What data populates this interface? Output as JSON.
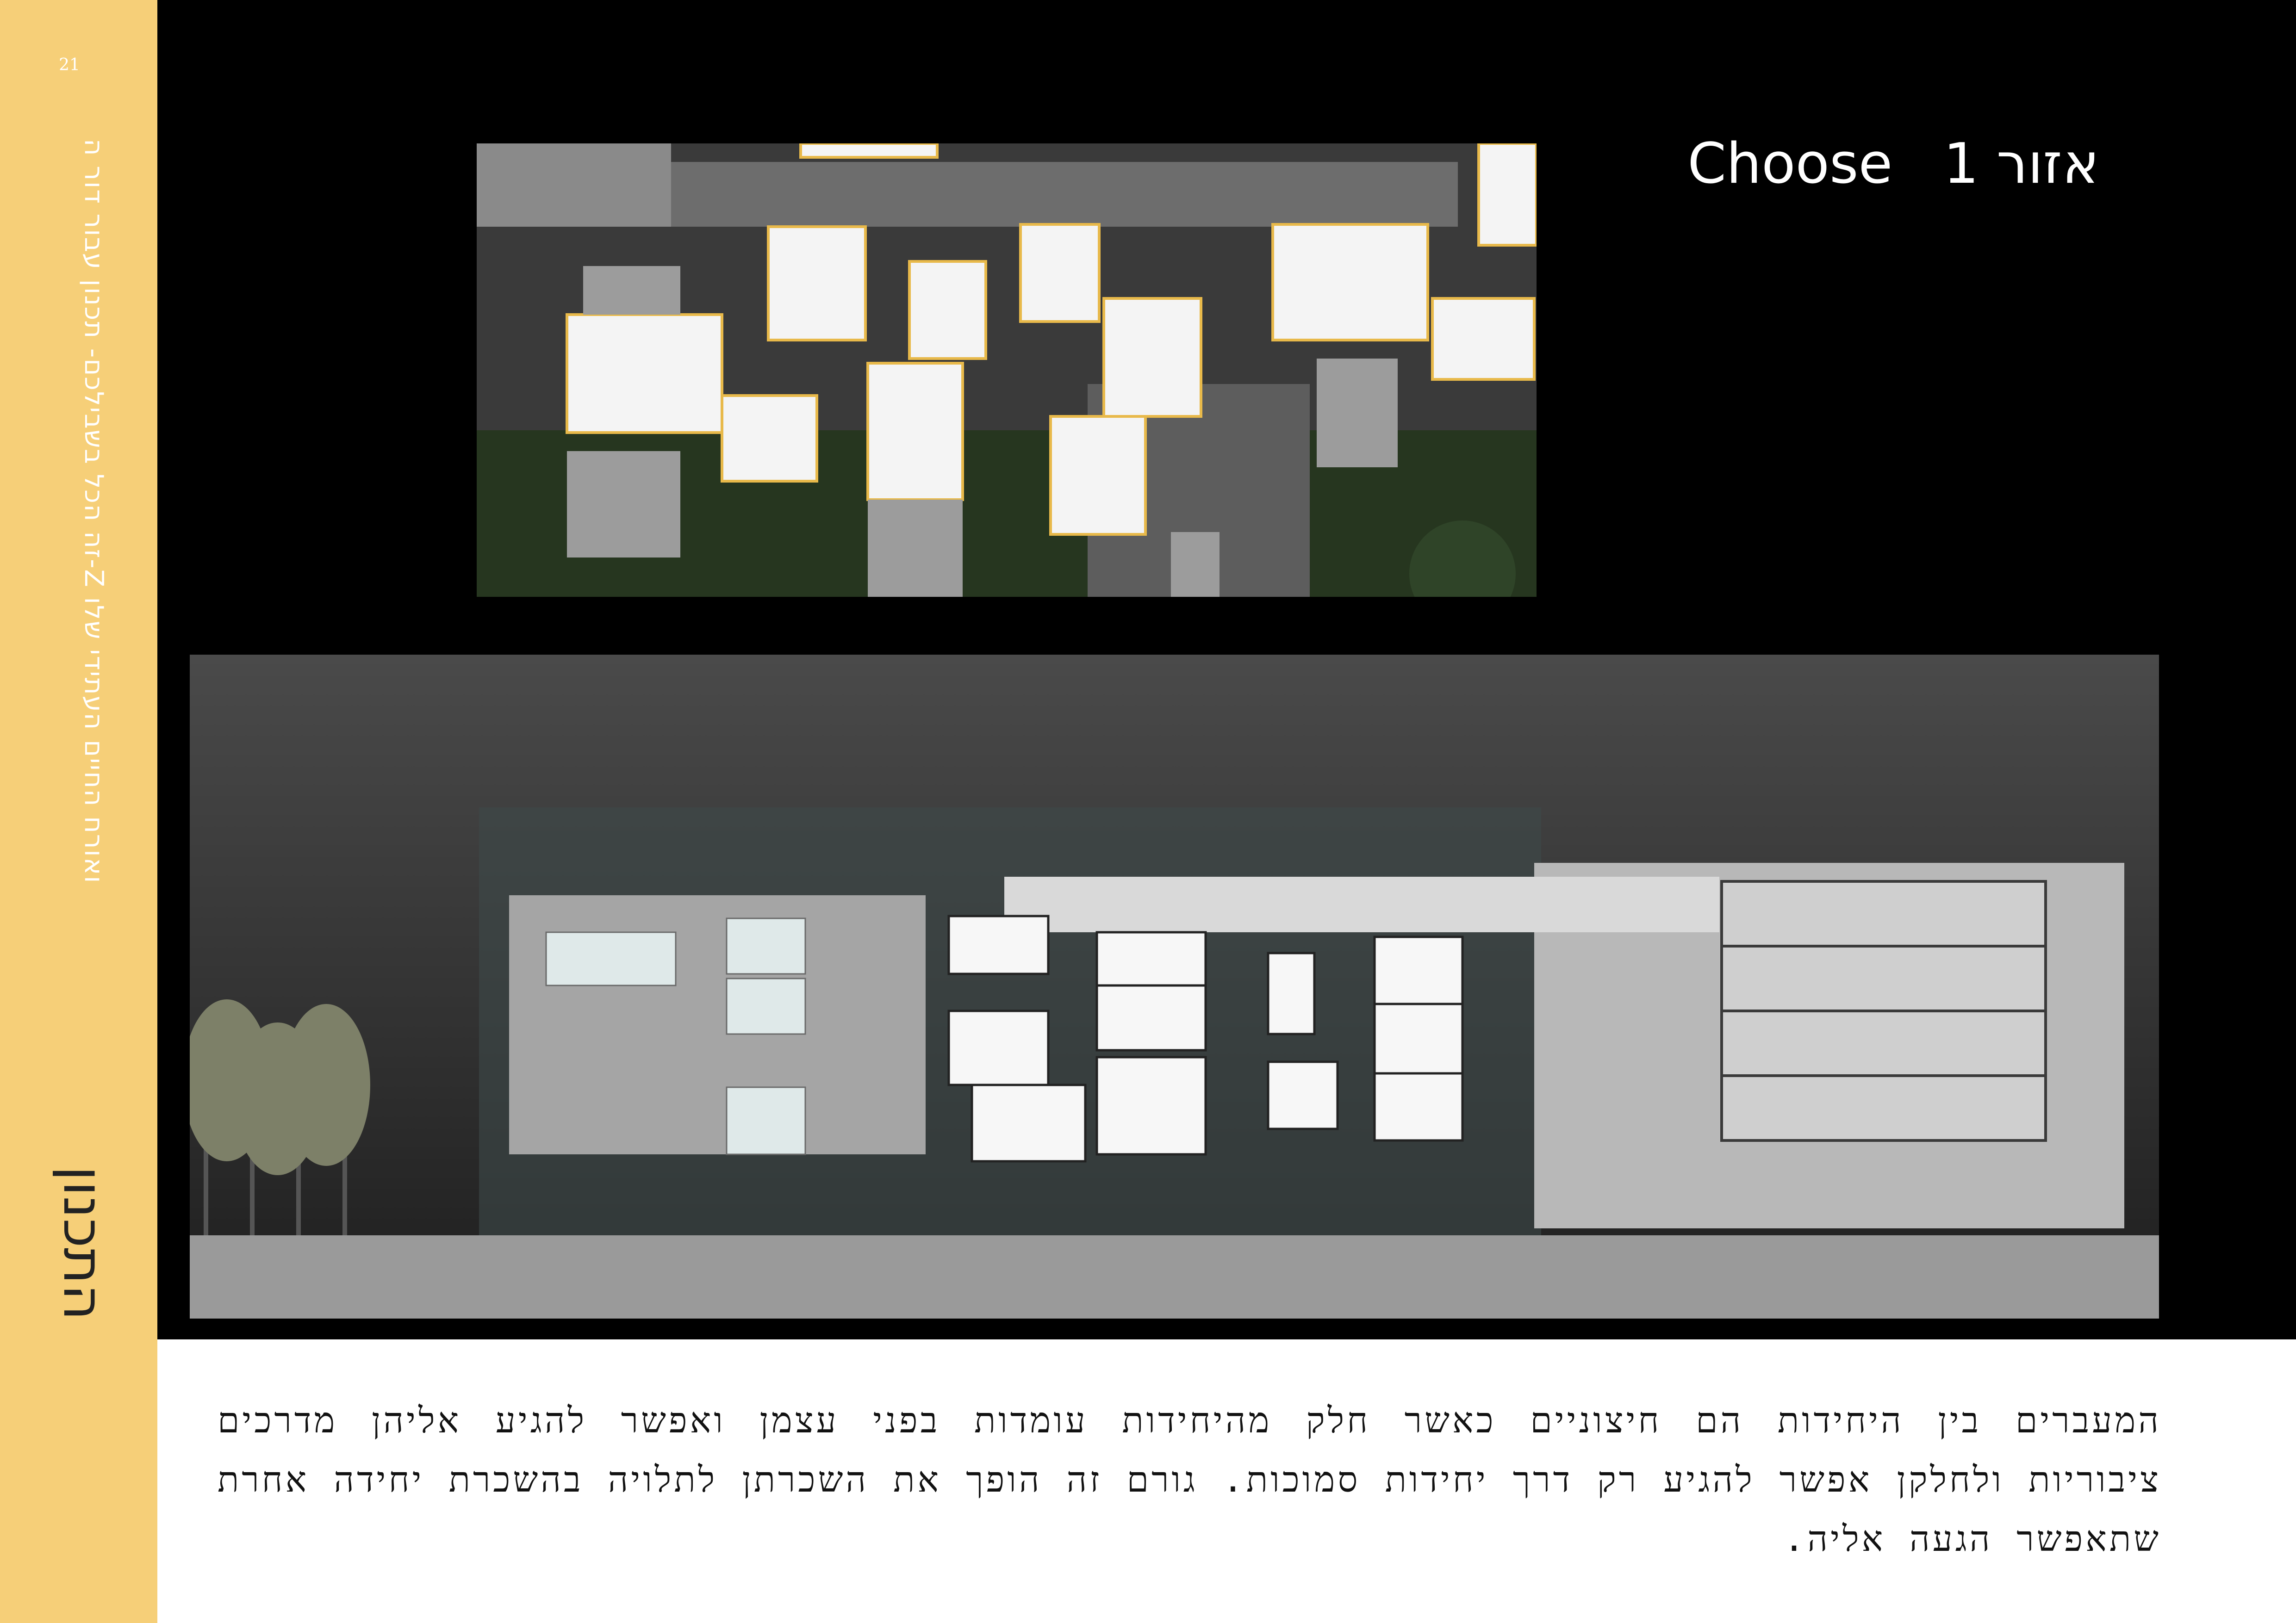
{
  "page": {
    "number": "21"
  },
  "sidebar": {
    "subtitle": "זה הכל בשבילכם- תכנון עבור דור ה-Z ואורח החיים העתידי שלו",
    "section": "התכנון"
  },
  "heading": {
    "zone_label": "אזור 1",
    "choose_label": "Choose"
  },
  "description": "המעברים בין היחידות הם חיצוניים כאשר חלק מהיחידות עומדות בפני עצמן ואפשר להגיע אליהן מדרכים ציבוריות ולחלקן אפשר להגיע רק דרך יחידות סמוכות. גורם זה הופך את השכרתן לתלויה בהשכרת יחידה אחרת שתאפשר הגעה אליה.",
  "colors": {
    "sidebar": "#f6cf78",
    "accent_frame": "#e8b94a",
    "band": "#000000"
  }
}
